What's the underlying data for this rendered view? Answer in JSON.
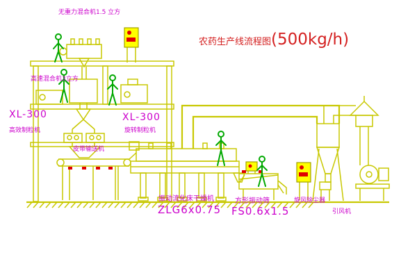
{
  "title": {
    "name": "农药生产线流程图",
    "capacity": "(500kg/h)"
  },
  "labels": {
    "gravity_mixer": "无重力混合机1.5 立方",
    "high_speed_mixer": "高速混合机3立方",
    "granulator_left_model": "XL-300",
    "granulator_left_name": "高效制粒机",
    "granulator_right_model": "XL-300",
    "granulator_right_name": "旋转制粒机",
    "belt_conveyor": "皮带输送机",
    "fluid_bed_dryer": "振动流化床干燥机",
    "fluid_bed_dryer_model": "ZLG6x0.75",
    "vibrating_screen": "方形振动筛",
    "vibrating_screen_model": "FS0.6x1.5",
    "cyclone": "旋风除尘器",
    "induced_draft_fan": "引风机"
  },
  "colors": {
    "line": "#c8c800",
    "person": "#00a800",
    "label": "#cc00cc",
    "title": "#d42020",
    "red": "#e00000",
    "cabinet": "#ffff00"
  }
}
